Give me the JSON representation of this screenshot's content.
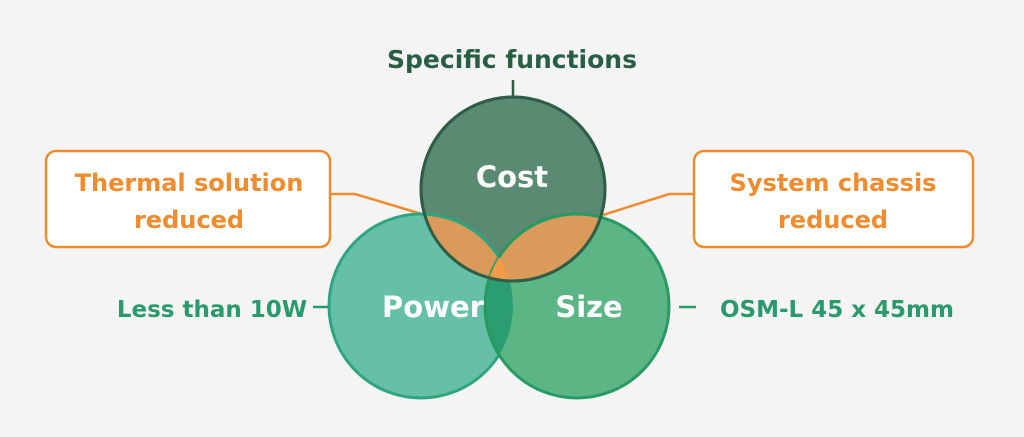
{
  "top_label": "Specific functions",
  "left_label": "Less than 10W",
  "right_label": "OSM-L 45 x 45mm",
  "circles": {
    "cost": "Cost",
    "power": "Power",
    "size": "Size"
  },
  "callouts": {
    "left": {
      "line1": "Thermal solution",
      "line2": "reduced"
    },
    "right": {
      "line1": "System chassis",
      "line2": "reduced"
    }
  },
  "colors": {
    "background": "#f4f4f4",
    "cost_fill": "#5a8a72",
    "cost_stroke": "#2f5e47",
    "power_fill": "#66c0a8",
    "power_stroke": "#2fa57f",
    "size_fill": "#5cb585",
    "size_stroke": "#279a62",
    "overlap_cost": "#e8a15e",
    "overlap_power_size": "#2a9e70",
    "accent_orange": "#f08c2e",
    "text_dark_green": "#285e44",
    "text_green": "#2a9a6c"
  }
}
